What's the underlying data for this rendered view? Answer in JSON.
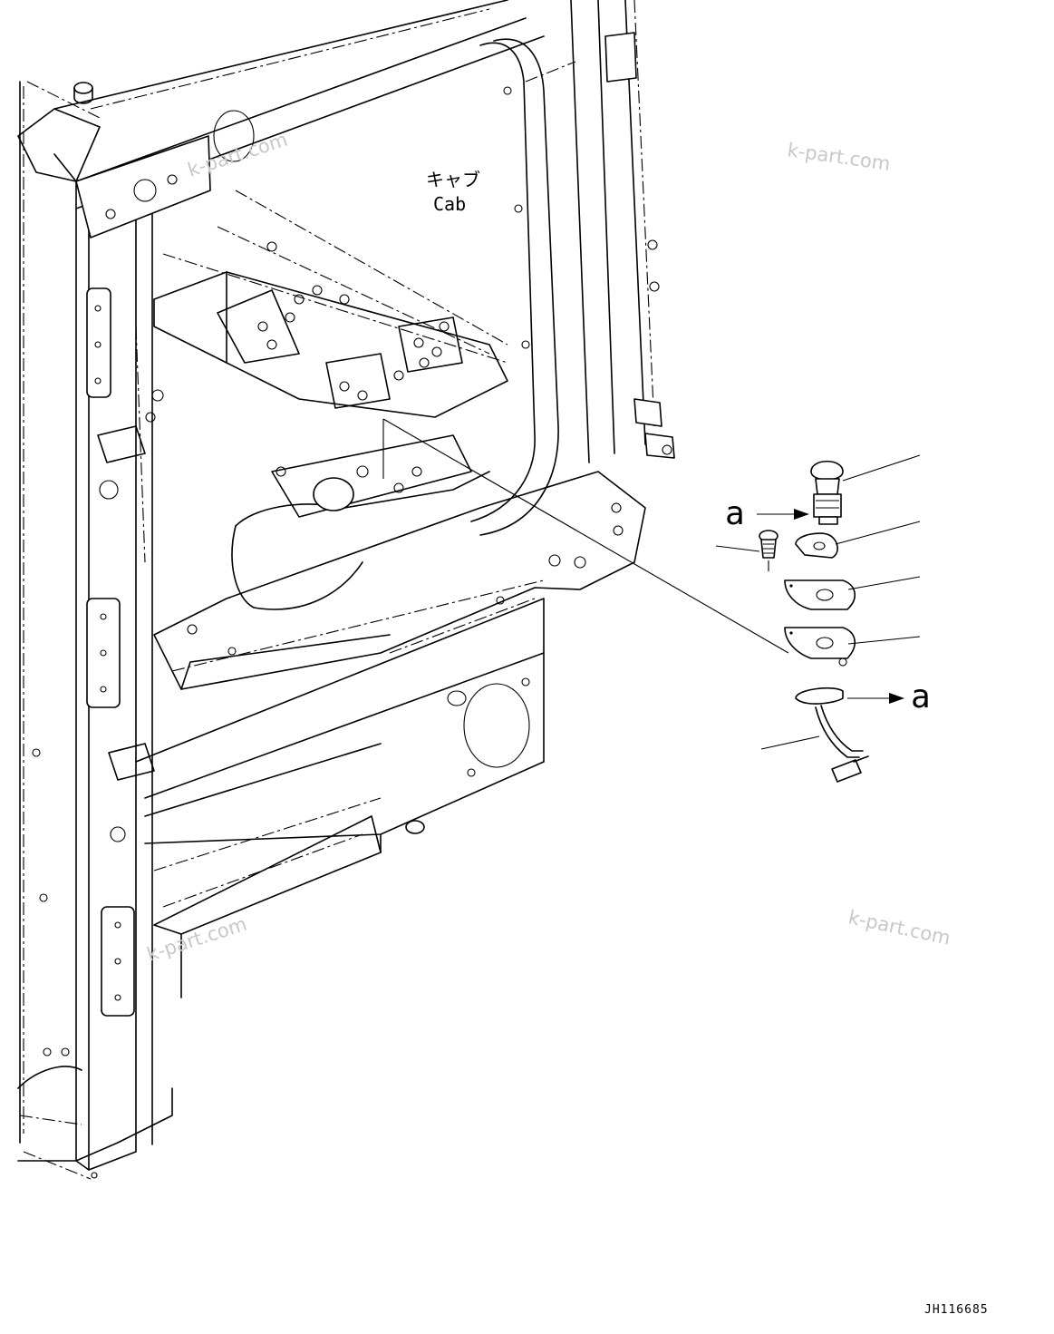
{
  "diagram": {
    "cab_label_jp": "キャブ",
    "cab_label_en": "Cab",
    "detail_label_left": "a",
    "detail_label_right": "a",
    "drawing_code": "JH116685",
    "watermarks": [
      "k-part.com",
      "k-part.com",
      "k-part.com"
    ]
  }
}
